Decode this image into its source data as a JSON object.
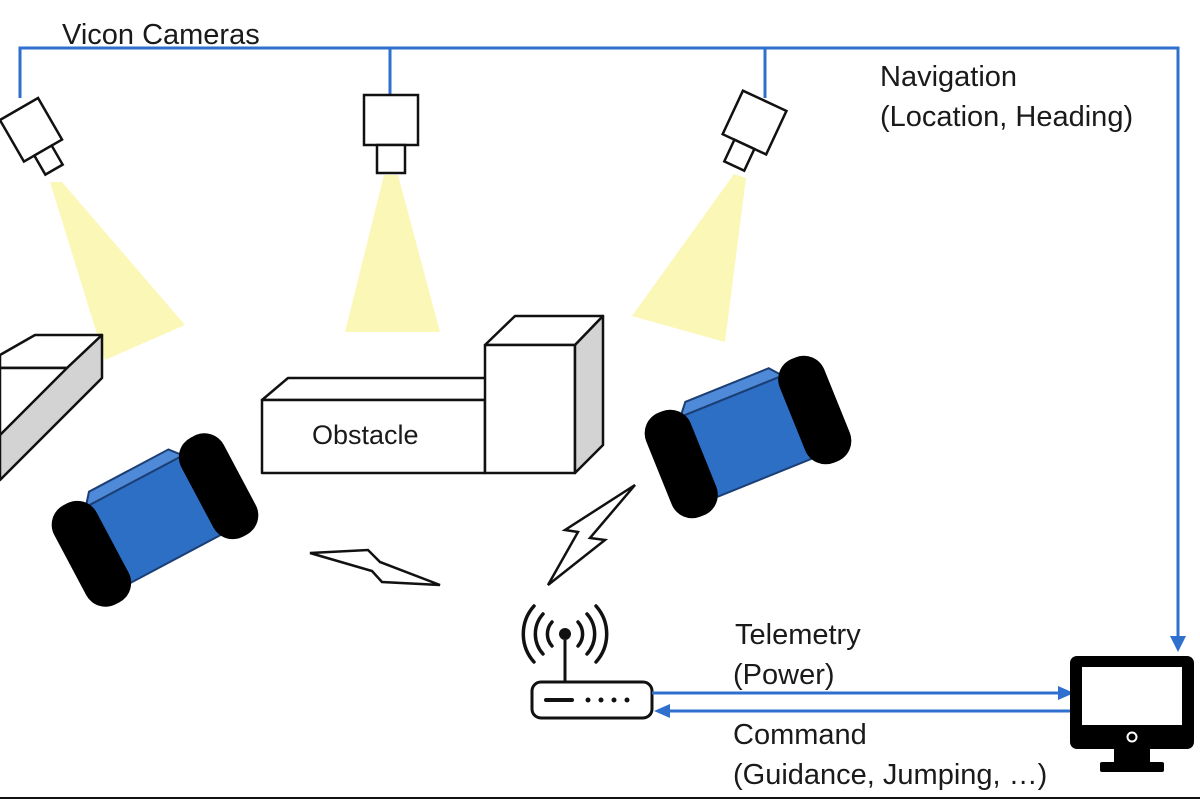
{
  "labels": {
    "cameras": "Vicon Cameras",
    "navigation": "Navigation",
    "navigation_detail": "(Location, Heading)",
    "obstacle": "Obstacle",
    "telemetry": "Telemetry",
    "telemetry_detail": "(Power)",
    "command": "Command",
    "command_detail": "(Guidance, Jumping, …)"
  },
  "icons": {
    "camera": "camera-icon",
    "robot": "robot-icon",
    "router": "wifi-router-icon",
    "monitor": "monitor-icon",
    "signal": "lightning-icon"
  },
  "colors": {
    "link": "#2f6fce",
    "robot_body": "#2e6fc6",
    "robot_body_top": "#4f8ad8",
    "camera_beam": "#fbf7b6",
    "outline": "#111111",
    "obstacle_side": "#d3d3d3"
  }
}
